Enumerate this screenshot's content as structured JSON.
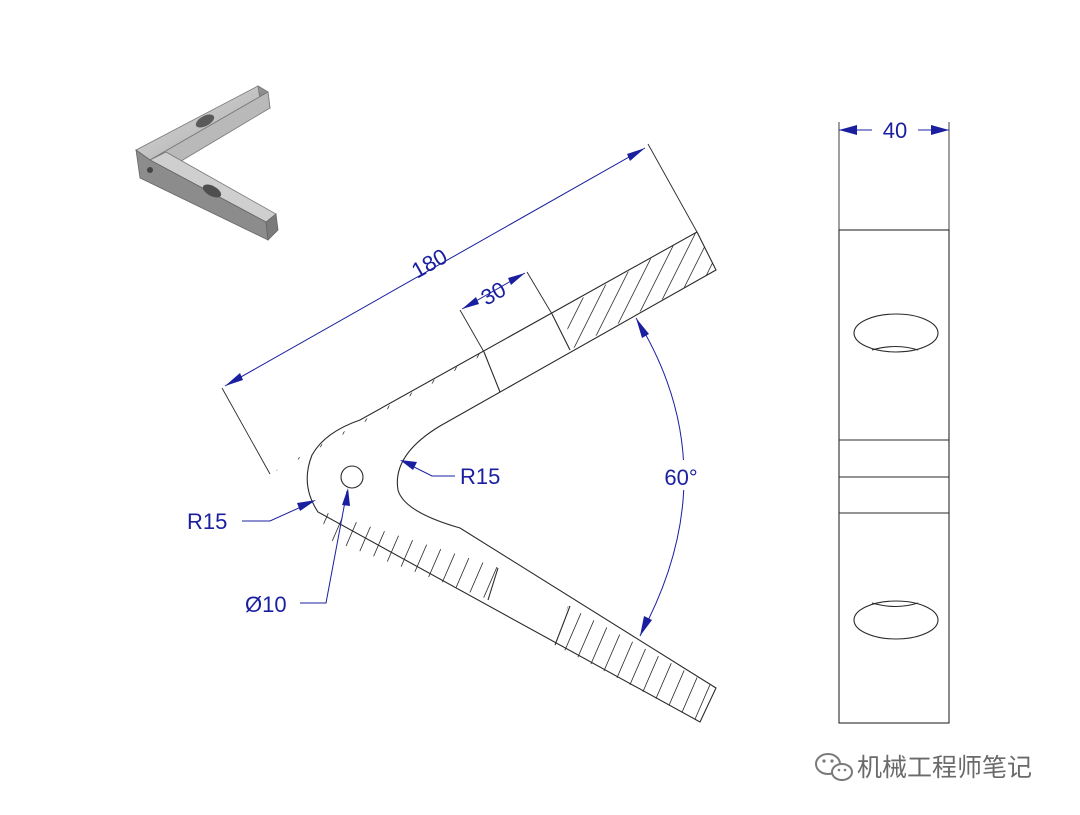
{
  "dimensions": {
    "length": "180",
    "slot_width": "30",
    "angle": "60°",
    "inner_radius": "R15",
    "outer_radius": "R15",
    "hole_diameter": "Ø10",
    "side_width": "40"
  },
  "watermark": {
    "text": "机械工程师笔记",
    "icon": "wechat-icon"
  },
  "colors": {
    "dimension": "#1a1fa0",
    "part_line": "#2a2a2a",
    "watermark": "#6a6a6a"
  }
}
